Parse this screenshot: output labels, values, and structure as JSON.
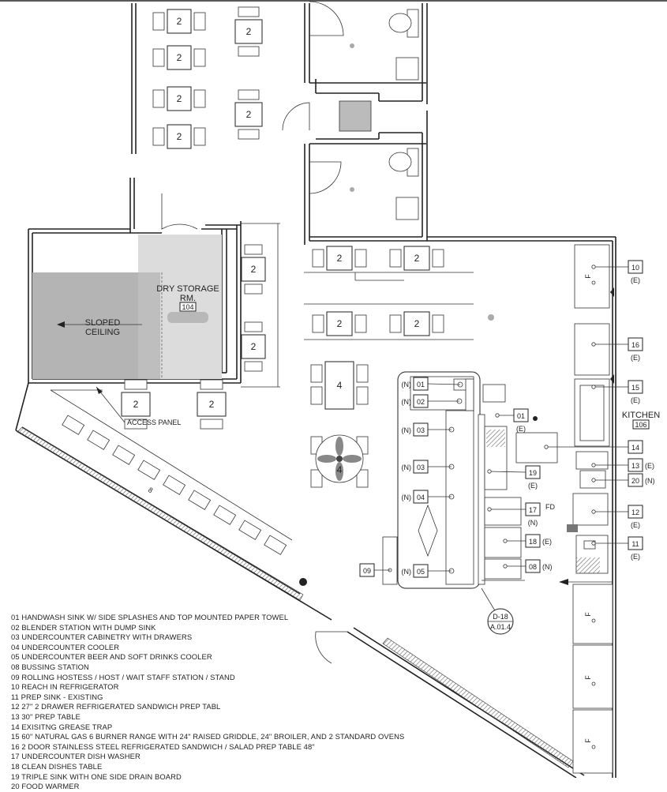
{
  "rooms": {
    "dry_storage": {
      "name": "DRY STORAGE",
      "sub": "RM.",
      "number": "104"
    },
    "kitchen": {
      "name": "KITCHEN",
      "number": "106"
    }
  },
  "notes": {
    "sloped_ceiling_1": "SLOPED",
    "sloped_ceiling_2": "CEILING",
    "access_panel": "ACCESS PANEL",
    "floor_drain": "FD",
    "wall_tag": "8"
  },
  "section_marker": {
    "top": "D-18",
    "bottom": "A.01.4"
  },
  "table_labels": [
    "2",
    "2",
    "2",
    "2",
    "2",
    "2",
    "2",
    "2",
    "2",
    "2",
    "2",
    "2",
    "2",
    "2",
    "2",
    "4",
    "4"
  ],
  "equipment_tags": [
    {
      "id": "10",
      "status": "(E)"
    },
    {
      "id": "16",
      "status": "(E)"
    },
    {
      "id": "15",
      "status": "(E)"
    },
    {
      "id": "14",
      "status": ""
    },
    {
      "id": "13",
      "status": "(E)"
    },
    {
      "id": "20",
      "status": "(N)"
    },
    {
      "id": "12",
      "status": "(E)"
    },
    {
      "id": "11",
      "status": "(E)"
    },
    {
      "id": "01",
      "status": "(E)"
    },
    {
      "id": "19",
      "status": "(E)"
    },
    {
      "id": "17",
      "status": "(N)"
    },
    {
      "id": "18",
      "status": "(E)"
    },
    {
      "id": "08",
      "status": "(N)"
    }
  ],
  "bar_tags": [
    {
      "id": "01",
      "status": "(N)"
    },
    {
      "id": "02",
      "status": "(N)"
    },
    {
      "id": "03",
      "status": "(N)"
    },
    {
      "id": "03",
      "status": "(N)"
    },
    {
      "id": "04",
      "status": "(N)"
    },
    {
      "id": "05",
      "status": "(N)"
    },
    {
      "id": "09",
      "status": ""
    }
  ],
  "fridge_mark": "F",
  "legend": [
    "01  HANDWASH SINK W/ SIDE SPLASHES AND TOP MOUNTED PAPER TOWEL",
    "02  BLENDER STATION WITH DUMP SINK",
    "03  UNDERCOUNTER CABINETRY WITH DRAWERS",
    "04  UNDERCOUNTER COOLER",
    "05  UNDERCOUNTER BEER AND SOFT DRINKS COOLER",
    "08  BUSSING STATION",
    "09  ROLLING HOSTESS / HOST / WAIT STAFF STATION / STAND",
    "10  REACH IN REFRIGERATOR",
    "11  PREP SINK - EXISTING",
    "12  27\" 2 DRAWER REFRIGERATED SANDWICH PREP TABL",
    "13  30\" PREP TABLE",
    "14  EXISITNG GREASE TRAP",
    "15  60\" NATURAL GAS 6 BURNER RANGE WITH 24\" RAISED GRIDDLE, 24\" BROILER, AND 2 STANDARD OVENS",
    "16  2 DOOR STAINLESS STEEL REFRIGERATED SANDWICH / SALAD PREP TABLE 48\"",
    "17  UNDERCOUNTER DISH WASHER",
    "18  CLEAN DISHES TABLE",
    "19  TRIPLE SINK WITH ONE SIDE DRAIN BOARD",
    "20  FOOD WARMER"
  ]
}
